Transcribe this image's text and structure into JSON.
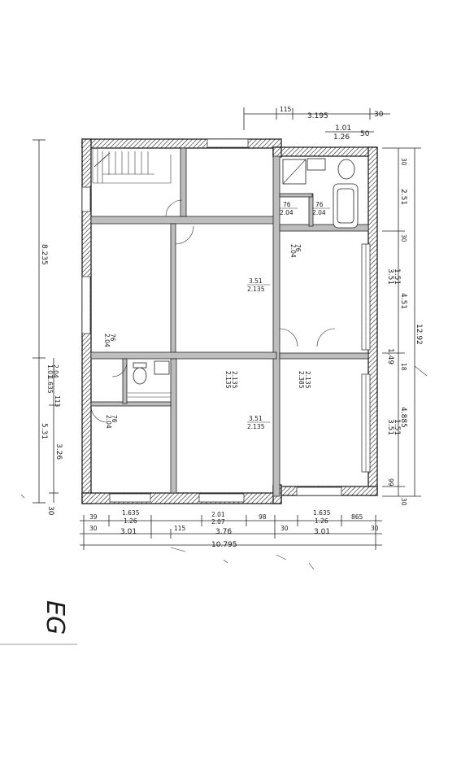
{
  "plan": {
    "floor_label": "EG",
    "top_dims": {
      "d1": "115",
      "d2": "3.195",
      "d3": "30",
      "d4": "1.01",
      "d5": "1.26",
      "d6": "50"
    },
    "left_dims": {
      "total": "8.235",
      "lower": "5.31",
      "lower_inner": "3.26",
      "door_a": "1.01",
      "door_b": "2.04",
      "door_c": "1.635",
      "door_d": "113",
      "bottom": "30"
    },
    "right_dims": {
      "top": "30",
      "s1": "2.51",
      "s2": "30",
      "s3": "3.51",
      "s4": "1.51",
      "s5": "4.51",
      "total": "12.92",
      "s6": "1.49",
      "s7": "18",
      "s8": "4.885",
      "s9": "3.51",
      "s10": "1.51",
      "s11": "99",
      "bottom": "30"
    },
    "bottom_row1": {
      "a": "39",
      "b1": "1.635",
      "b2": "1.26",
      "c1": "2.01",
      "c2": "2.07",
      "d": "98",
      "e1": "1.635",
      "e2": "1.26",
      "f": "865"
    },
    "bottom_row2": {
      "a": "30",
      "b": "3.01",
      "c": "115",
      "d": "3.76",
      "e": "30",
      "f": "3.01",
      "g": "30"
    },
    "bottom_total": "10.795",
    "openings": {
      "bath_door_a1": "76",
      "bath_door_a2": "2.04",
      "bath_door_b1": "76",
      "bath_door_b2": "2.04",
      "right_door1": "76",
      "right_door2": "2.04",
      "living_door1": "3.51",
      "living_door2": "2.135",
      "left_door1": "76",
      "left_door2": "2.04",
      "lower_door1": "2.135",
      "lower_door2": "2.135",
      "lower_right1": "2.385",
      "lower_right2": "2.135",
      "lower_mid1": "3.51",
      "lower_mid2": "2.135",
      "lower_left1": "76",
      "lower_left2": "2.04"
    }
  }
}
